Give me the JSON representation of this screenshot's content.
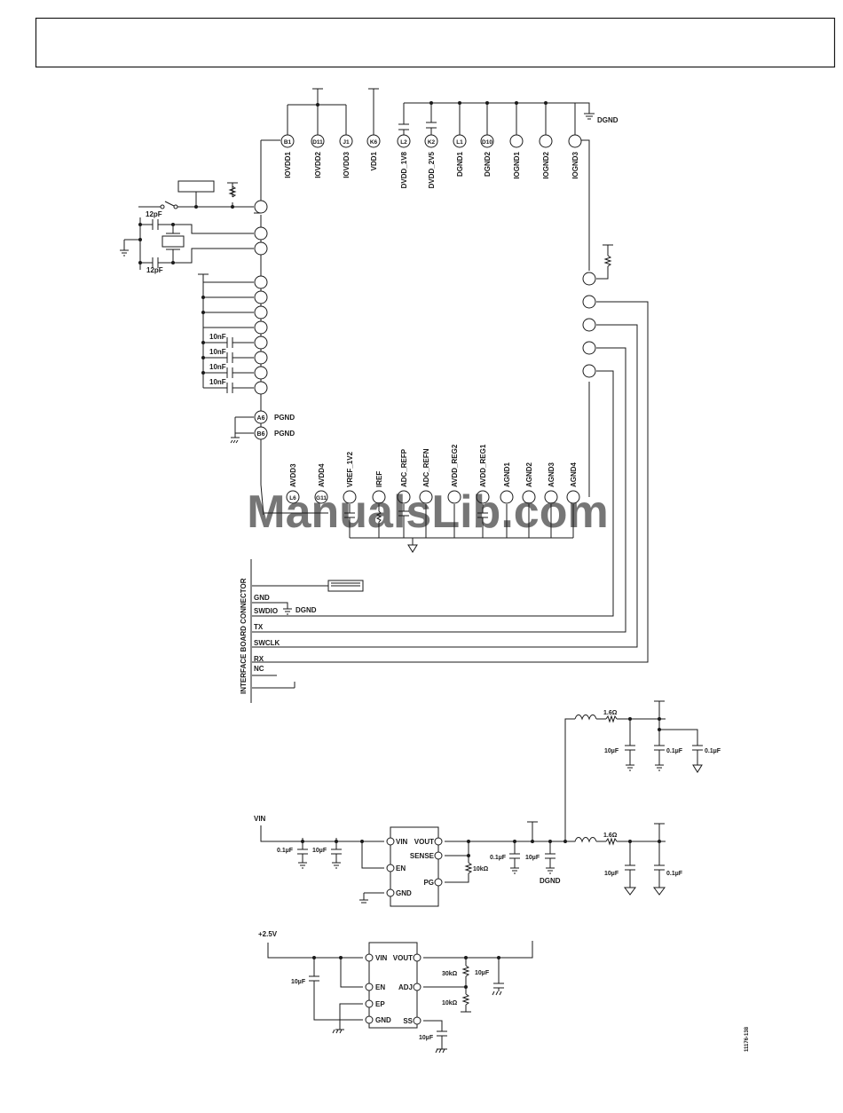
{
  "top_pins": [
    {
      "id": "B1",
      "label": "IOVDD1"
    },
    {
      "id": "D11",
      "label": "IOVDD2"
    },
    {
      "id": "J1",
      "label": "IOVDD3"
    },
    {
      "id": "K6",
      "label": "VDD1"
    },
    {
      "id": "L2",
      "label": "DVDD_1V8"
    },
    {
      "id": "K2",
      "label": "DVDD_2V5"
    },
    {
      "id": "L1",
      "label": "DGND1"
    },
    {
      "id": "D10",
      "label": "DGND2"
    },
    {
      "id": "",
      "label": "IOGND1"
    },
    {
      "id": "",
      "label": "IOGND2"
    },
    {
      "id": "",
      "label": "IOGND3"
    }
  ],
  "bottom_pins": [
    {
      "id": "L6",
      "label": "AVDD3"
    },
    {
      "id": "G11",
      "label": "AVDD4"
    },
    {
      "id": "",
      "label": "VREF_1V2"
    },
    {
      "id": "",
      "label": "IREF"
    },
    {
      "id": "",
      "label": "ADC_REFP"
    },
    {
      "id": "",
      "label": "ADC_REFN"
    },
    {
      "id": "",
      "label": "AVDD_REG2"
    },
    {
      "id": "",
      "label": "AVDD_REG1"
    },
    {
      "id": "",
      "label": "AGND1"
    },
    {
      "id": "",
      "label": "AGND2"
    },
    {
      "id": "",
      "label": "AGND3"
    },
    {
      "id": "",
      "label": "AGND4"
    }
  ],
  "left_pins": {
    "a6": {
      "id": "A6",
      "label": "PGND"
    },
    "b6": {
      "id": "B6",
      "label": "PGND"
    }
  },
  "labels": {
    "dgnd_top": "DGND",
    "xtal_cap_top": "12pF",
    "xtal_cap_bottom": "12pF",
    "decoupling_caps": [
      "10nF",
      "10nF",
      "10nF",
      "10nF"
    ],
    "connector_title": "INTERFACE BOARD CONNECTOR",
    "connector_signals": [
      "GND",
      "SWDIO",
      "TX",
      "SWCLK",
      "RX",
      "NC"
    ],
    "swdio_gnd": "DGND"
  },
  "regulator1": {
    "input_label": "VIN",
    "input_caps": [
      "0.1µF",
      "10µF"
    ],
    "pins": {
      "vin": "VIN",
      "vout": "VOUT",
      "sense": "SENSE",
      "en": "EN",
      "pg": "PG",
      "gnd": "GND"
    },
    "pg_resistor": "10kΩ",
    "output_caps": [
      "0.1µF",
      "10µF"
    ],
    "output_gnd": "DGND",
    "upper_ferrite": "1.6Ω",
    "upper_caps": [
      "10µF",
      "0.1µF",
      "0.1µF"
    ],
    "lower_ferrite": "1.6Ω",
    "lower_caps": [
      "10µF",
      "0.1µF"
    ]
  },
  "regulator2": {
    "input_label": "+2.5V",
    "input_cap": "10µF",
    "pins": {
      "vin": "VIN",
      "vout": "VOUT",
      "en": "EN",
      "ep": "EP",
      "gnd": "GND",
      "adj": "ADJ",
      "ss": "SS"
    },
    "r_top": "30kΩ",
    "r_bottom": "10kΩ",
    "out_cap": "10µF",
    "ss_cap": "10µF"
  },
  "figure_code": "11176-138",
  "watermark": "ManualsLib.com"
}
